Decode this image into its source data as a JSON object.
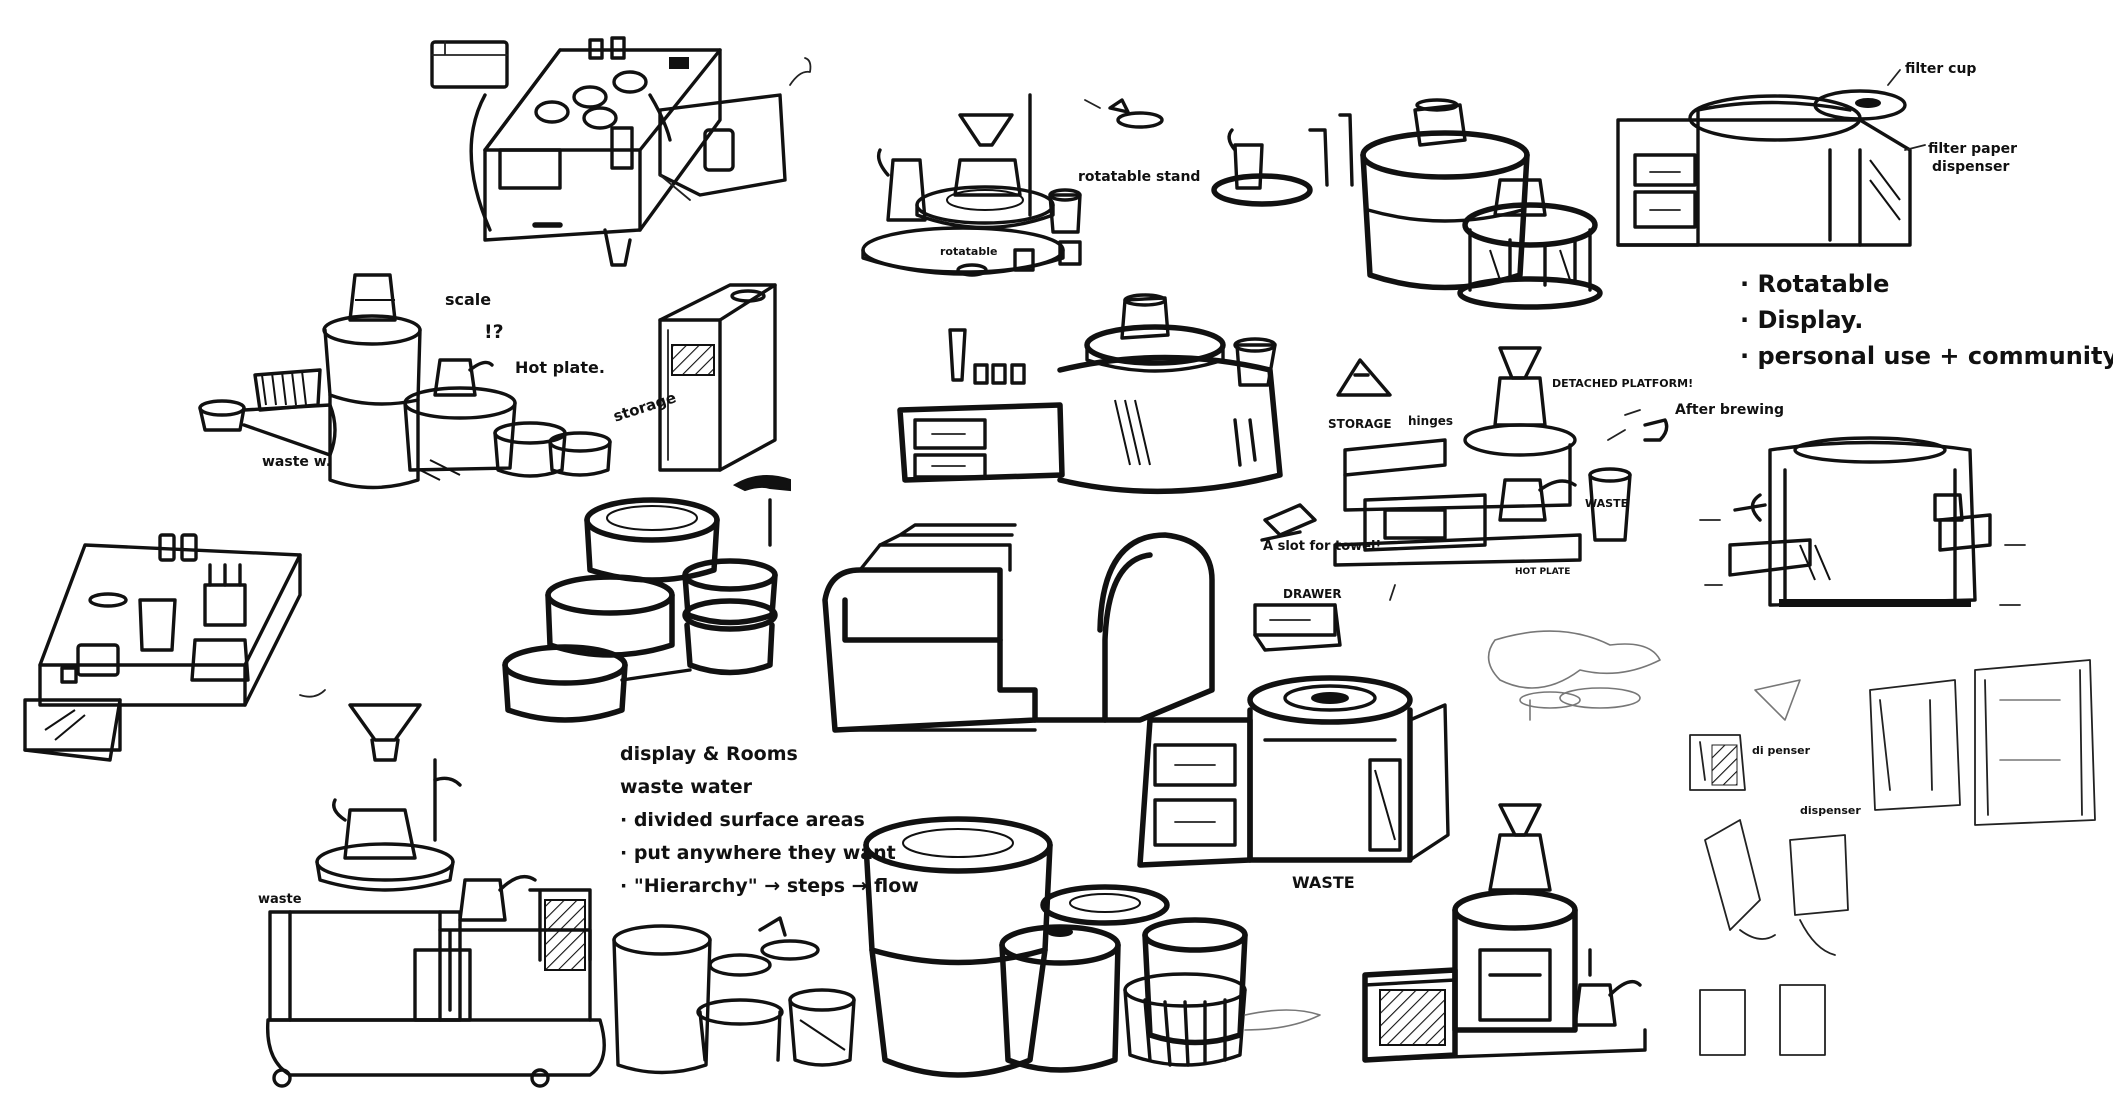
{
  "annotations": {
    "filter_cup": "filter cup",
    "filter_paper_dispenser_1": "filter paper",
    "filter_paper_dispenser_2": "dispenser",
    "rotatable_stand": "rotatable stand",
    "rotatable_small": "rotatable",
    "scale": "scale",
    "exclaim": "!?",
    "hot_plate": "Hot plate.",
    "storage_1": "storage",
    "waste_1": "waste w.",
    "storage_2": "STORAGE",
    "hinges": "hinges",
    "detached_platform": "DETACHED PLATFORM!",
    "after_brewing": "After brewing",
    "slot_for_towel": "A slot for towel!",
    "waste_2": "WASTE",
    "hot_plate_2": "HOT PLATE",
    "drawer": "DRAWER",
    "waste_3": "WASTE",
    "waste_4": "waste",
    "dispenser_small": "dispenser",
    "dispenser_small_2": "di penser"
  },
  "feature_list": [
    "· Rotatable",
    "· Display.",
    "· personal use + community."
  ],
  "notes_list": [
    "display & Rooms",
    "waste water",
    "· divided surface areas",
    "· put anywhere they want",
    "· \"Hierarchy\" → steps → flow"
  ]
}
